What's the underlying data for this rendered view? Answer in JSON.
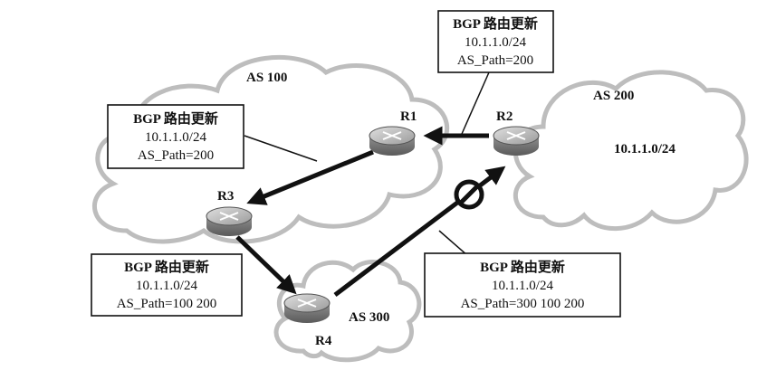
{
  "autonomous_systems": {
    "as100": {
      "label": "AS 100"
    },
    "as200": {
      "label": "AS 200",
      "prefix": "10.1.1.0/24"
    },
    "as300": {
      "label": "AS 300"
    }
  },
  "routers": {
    "r1": "R1",
    "r2": "R2",
    "r3": "R3",
    "r4": "R4"
  },
  "updates": {
    "r2_to_r1": {
      "title": "BGP 路由更新",
      "prefix": "10.1.1.0/24",
      "as_path": "AS_Path=200"
    },
    "r1_to_r3": {
      "title": "BGP 路由更新",
      "prefix": "10.1.1.0/24",
      "as_path": "AS_Path=200"
    },
    "r3_to_r4": {
      "title": "BGP 路由更新",
      "prefix": "10.1.1.0/24",
      "as_path": "AS_Path=100 200"
    },
    "r4_to_r2": {
      "title": "BGP 路由更新",
      "prefix": "10.1.1.0/24",
      "as_path": "AS_Path=300 100 200"
    }
  },
  "icons": {
    "router": "router-icon",
    "blocked": "no-entry-icon"
  },
  "colors": {
    "cloud_outline": "#bdbdbd",
    "router_body": "#8a8a8a",
    "router_top": "#c9c9c9",
    "arrow": "#111111"
  }
}
